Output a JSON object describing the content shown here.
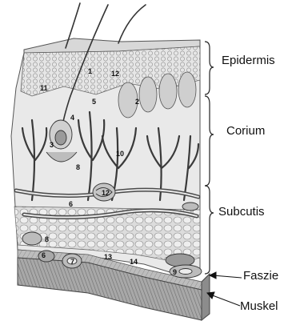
{
  "labels": {
    "epidermis": "Epidermis",
    "corium": "Corium",
    "subcutis": "Subcutis",
    "faszie": "Faszie",
    "muskel": "Muskel"
  },
  "numbers": {
    "n1": "1",
    "n2": "2",
    "n3": "3",
    "n4": "4",
    "n5": "5",
    "n6a": "6",
    "n6b": "6",
    "n7": "7",
    "n8a": "8",
    "n8b": "8",
    "n9": "9",
    "n10": "10",
    "n11": "11",
    "n12a": "12",
    "n12b": "12",
    "n13": "13",
    "n14": "14"
  }
}
